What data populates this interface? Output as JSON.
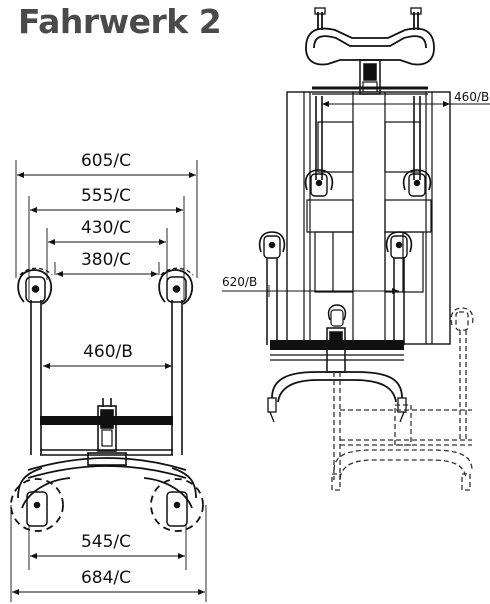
{
  "title": "Fahrwerk 2",
  "dimensions": {
    "d605": "605/C",
    "d555": "555/C",
    "d430": "430/C",
    "d380": "380/C",
    "d460": "460/B",
    "d545": "545/C",
    "d684": "684/C",
    "d460_top": "460/B",
    "d620": "620/B"
  }
}
